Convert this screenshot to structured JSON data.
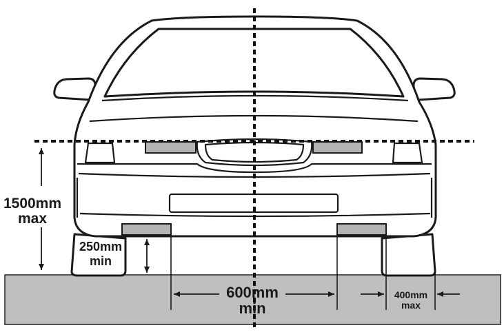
{
  "labels": {
    "height_max_value": "1500mm",
    "height_max_qualifier": "max",
    "ground_min_value": "250mm",
    "ground_min_qualifier": "min",
    "spacing_min_value": "600mm",
    "spacing_min_qualifier": "min",
    "edge_max_value": "400mm",
    "edge_max_qualifier": "max"
  },
  "colors": {
    "ink": "#1a1a1a",
    "lamp_fill": "#b4b4b4",
    "ground_fill": "#bfbfbf",
    "background": "#ffffff"
  }
}
